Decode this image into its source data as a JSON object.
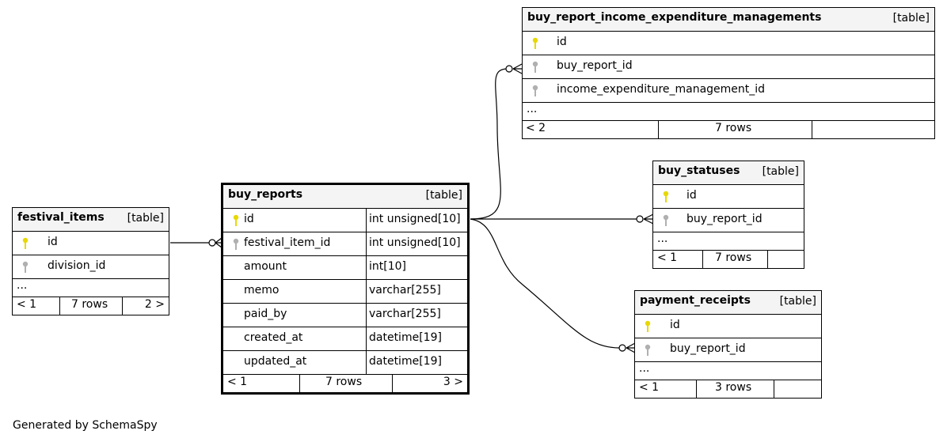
{
  "tables": {
    "festival_items": {
      "name": "festival_items",
      "kind": "[table]",
      "columns": [
        {
          "name": "id",
          "key": "primary"
        },
        {
          "name": "division_id",
          "key": "foreign"
        }
      ],
      "ellipsis": "...",
      "footer": {
        "parents": "< 1",
        "rows": "7 rows",
        "children": "2 >"
      }
    },
    "buy_reports": {
      "name": "buy_reports",
      "kind": "[table]",
      "columns": [
        {
          "name": "id",
          "type": "int unsigned[10]",
          "key": "primary"
        },
        {
          "name": "festival_item_id",
          "type": "int unsigned[10]",
          "key": "foreign"
        },
        {
          "name": "amount",
          "type": "int[10]",
          "key": ""
        },
        {
          "name": "memo",
          "type": "varchar[255]",
          "key": ""
        },
        {
          "name": "paid_by",
          "type": "varchar[255]",
          "key": ""
        },
        {
          "name": "created_at",
          "type": "datetime[19]",
          "key": ""
        },
        {
          "name": "updated_at",
          "type": "datetime[19]",
          "key": ""
        }
      ],
      "footer": {
        "parents": "< 1",
        "rows": "7 rows",
        "children": "3 >"
      }
    },
    "buy_report_income_expenditure_managements": {
      "name": "buy_report_income_expenditure_managements",
      "kind": "[table]",
      "columns": [
        {
          "name": "id",
          "key": "primary"
        },
        {
          "name": "buy_report_id",
          "key": "foreign"
        },
        {
          "name": "income_expenditure_management_id",
          "key": "foreign"
        }
      ],
      "ellipsis": "...",
      "footer": {
        "parents": "< 2",
        "rows": "7 rows",
        "children": ""
      }
    },
    "buy_statuses": {
      "name": "buy_statuses",
      "kind": "[table]",
      "columns": [
        {
          "name": "id",
          "key": "primary"
        },
        {
          "name": "buy_report_id",
          "key": "foreign"
        }
      ],
      "ellipsis": "...",
      "footer": {
        "parents": "< 1",
        "rows": "7 rows",
        "children": ""
      }
    },
    "payment_receipts": {
      "name": "payment_receipts",
      "kind": "[table]",
      "columns": [
        {
          "name": "id",
          "key": "primary"
        },
        {
          "name": "buy_report_id",
          "key": "foreign"
        }
      ],
      "ellipsis": "...",
      "footer": {
        "parents": "< 1",
        "rows": "3 rows",
        "children": ""
      }
    }
  },
  "key_colors": {
    "primary": "#e8d800",
    "foreign": "#b0b0b0"
  },
  "caption": "Generated by SchemaSpy"
}
